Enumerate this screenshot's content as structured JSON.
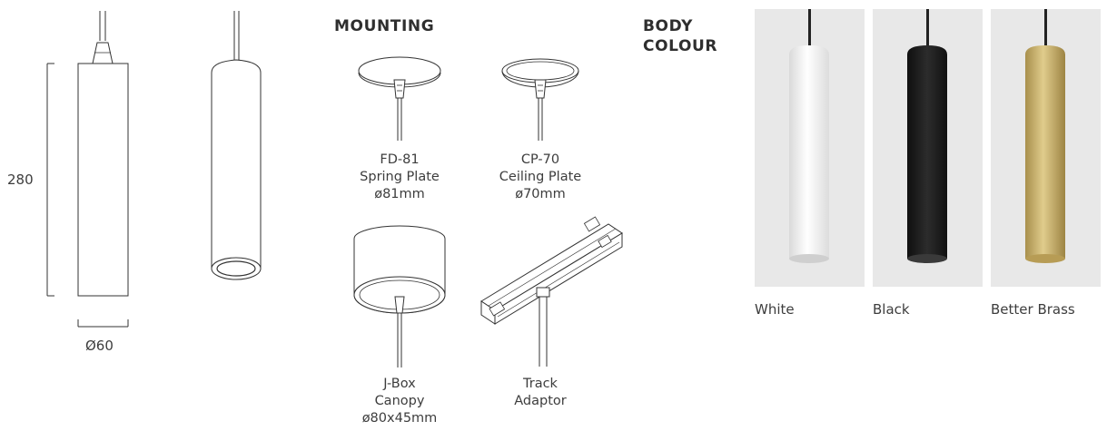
{
  "dimensions": {
    "height_label": "280",
    "diameter_label": "Ø60"
  },
  "mounting": {
    "title": "MOUNTING",
    "options": [
      {
        "name": "FD-81",
        "line2": "Spring Plate",
        "line3": "ø81mm",
        "icon": "spring-plate-icon"
      },
      {
        "name": "CP-70",
        "line2": "Ceiling Plate",
        "line3": "ø70mm",
        "icon": "ceiling-plate-icon"
      },
      {
        "name": "J-Box",
        "line2": "Canopy",
        "line3": "ø80x45mm",
        "icon": "canopy-icon"
      },
      {
        "name": "Track",
        "line2": "Adaptor",
        "line3": "",
        "icon": "track-adaptor-icon"
      }
    ]
  },
  "body_colour": {
    "title_line1": "BODY",
    "title_line2": "COLOUR",
    "swatches": [
      {
        "name": "White",
        "color": "#f4f4f4"
      },
      {
        "name": "Black",
        "color": "#1c1c1c"
      },
      {
        "name": "Better Brass",
        "color": "#c9b06a"
      }
    ]
  }
}
